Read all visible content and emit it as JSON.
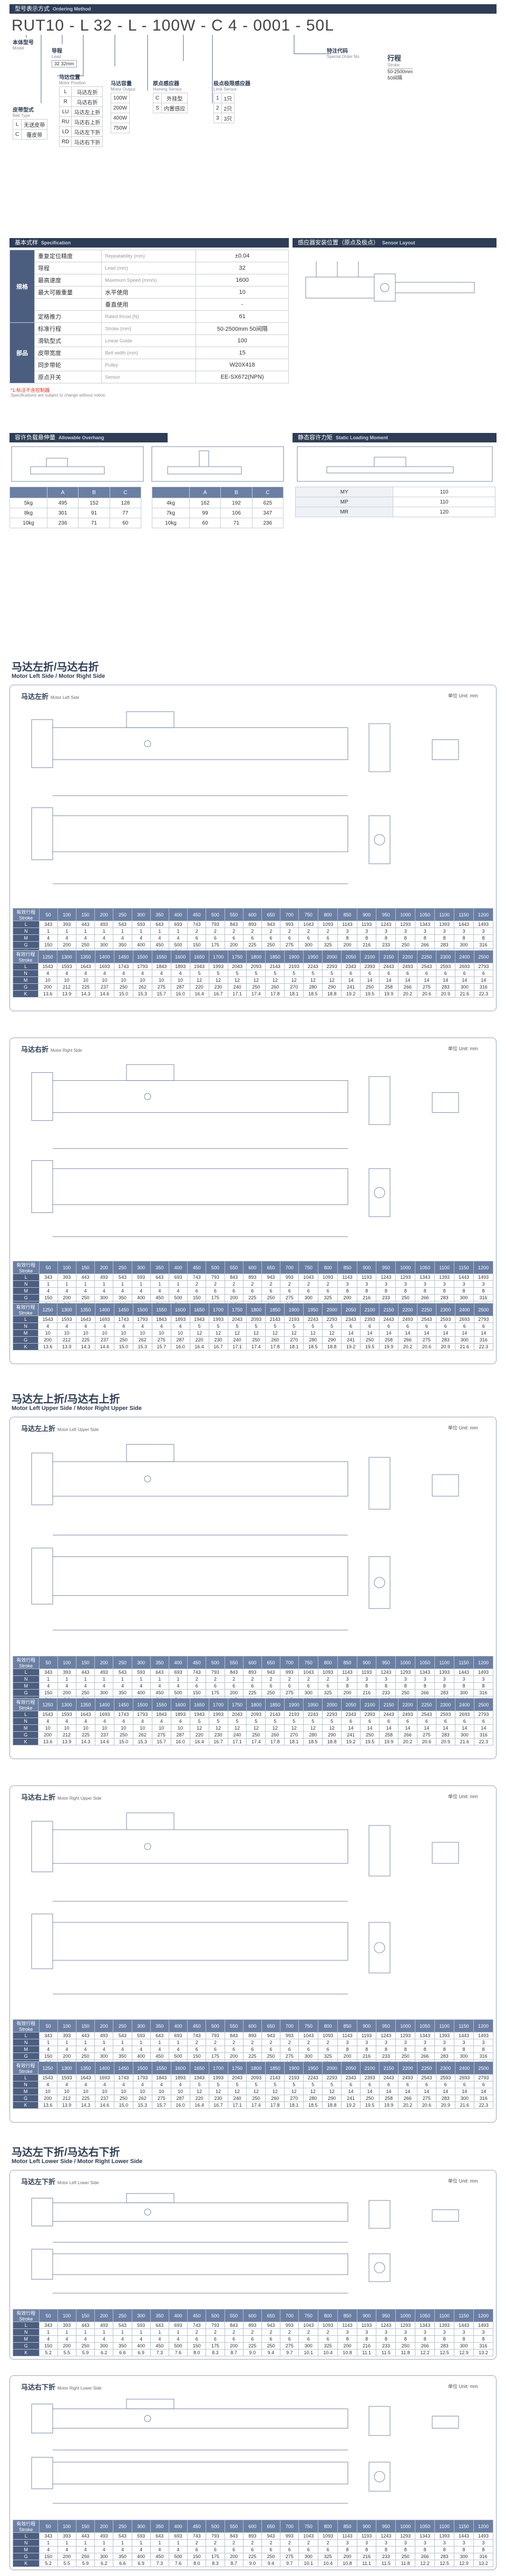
{
  "ordering": {
    "band_title": "型号表示方式",
    "band_en": "Ordering Method",
    "code_parts": [
      "RUT10",
      "-",
      "L",
      "32",
      "-",
      "L",
      "-",
      "100W",
      "-",
      "C",
      "4",
      "-",
      "0001",
      "-",
      "50L"
    ],
    "labels": {
      "model": {
        "cn": "本体型号",
        "en": "Model"
      },
      "lead": {
        "cn": "导程",
        "en": "Lead",
        "opts": [
          "32  32mm"
        ]
      },
      "motor_position": {
        "cn": "马达位置",
        "en": "Motor Position",
        "opts": [
          [
            "L",
            "马达左折"
          ],
          [
            "R",
            "马达右折"
          ],
          [
            "LU",
            "马达左上折"
          ],
          [
            "RU",
            "马达右上折"
          ],
          [
            "LD",
            "马达左下折"
          ],
          [
            "RD",
            "马达右下折"
          ]
        ]
      },
      "belt_type": {
        "cn": "皮带型式",
        "en": "Belt Type",
        "opts": [
          [
            "L",
            "无送皮带"
          ],
          [
            "C",
            "覆皮带"
          ]
        ]
      },
      "motor_output": {
        "cn": "马达容量",
        "en": "Motor Output",
        "opts": [
          "100W",
          "200W",
          "400W",
          "750W"
        ]
      },
      "sensor": {
        "cn": "原点感应器",
        "en": "Homing Sensor",
        "opts": [
          [
            "C",
            "外挂型"
          ],
          [
            "S",
            "内置感应"
          ]
        ]
      },
      "limit_sensor": {
        "cn": "极点极限感应器",
        "en": "Limit Sensor",
        "opts": [
          [
            "1",
            "1只"
          ],
          [
            "2",
            "2只"
          ],
          [
            "3",
            "3只"
          ]
        ]
      },
      "special": {
        "cn": "特注代码",
        "en": "Special Order No."
      },
      "stroke": {
        "cn": "行程",
        "en": "Stroke",
        "opts": [
          "50-2500mm",
          "50间隔"
        ]
      }
    }
  },
  "spec": {
    "band_title": "基本式样",
    "band_en": "Specification",
    "side_spec": "规格",
    "side_parts": "部品",
    "rows": [
      [
        "重复定位精度",
        "Repeatability (mm)",
        "±0.04"
      ],
      [
        "导程",
        "Lead (mm)",
        "32"
      ],
      [
        "最高速度",
        "Maximum Speed (mm/s)",
        "1600"
      ],
      [
        "最大可搬重量",
        "水平使用",
        "10"
      ],
      [
        "",
        "垂直使用",
        "-"
      ],
      [
        "定格推力",
        "Rated thrust (N)",
        "61"
      ],
      [
        "标准行程",
        "Stroke (mm)",
        "50-2500mm 50间隔"
      ],
      [
        "滑轨型式",
        "Linear Guide",
        "100"
      ],
      [
        "皮带宽度",
        "Belt width (mm)",
        "15"
      ],
      [
        "同步带轮",
        "Pulley",
        "W20X418"
      ],
      [
        "原点开关",
        "Sensor",
        "EE-SX672(NPN)"
      ]
    ],
    "note": "*1.标注不含控制器",
    "note2": "Specifications are subject to change without notice."
  },
  "sensor_layout": {
    "band_title": "感应器安装位置（原点及极点）",
    "band_en": "Sensor Layout"
  },
  "overhang": {
    "band_title": "容许负载悬伸量",
    "band_en": "Allowable Overhang",
    "t1_header": [
      "",
      "A",
      "B",
      "C"
    ],
    "t1_rows": [
      [
        "5kg",
        "495",
        "152",
        "128"
      ],
      [
        "8kg",
        "301",
        "91",
        "77"
      ],
      [
        "10kg",
        "236",
        "71",
        "60"
      ]
    ],
    "t2_header": [
      "",
      "A",
      "B",
      "C"
    ],
    "t2_rows": [
      [
        "4kg",
        "162",
        "192",
        "625"
      ],
      [
        "7kg",
        "99",
        "106",
        "347"
      ],
      [
        "10kg",
        "60",
        "71",
        "236"
      ]
    ]
  },
  "static_moment": {
    "band_title": "静态容许力矩",
    "band_en": "Static Loading Moment",
    "rows": [
      [
        "MY",
        "110"
      ],
      [
        "MP",
        "110"
      ],
      [
        "MR",
        "120"
      ]
    ]
  },
  "sections": [
    {
      "title": "马达左折/马达右折",
      "en": "Motor Left Side / Motor Right Side"
    },
    {
      "title": "马达左上折/马达右上折",
      "en": "Motor Left Upper Side / Motor Right Upper Side"
    },
    {
      "title": "马达左下折/马达右下折",
      "en": "Motor Left Lower Side / Motor Right Lower Side"
    }
  ],
  "panels": [
    {
      "cn": "马达左折",
      "en": "Motor Left Side",
      "unit": "单位 Unit: mm"
    },
    {
      "cn": "马达右折",
      "en": "Motor Right Side",
      "unit": "单位 Unit: mm"
    },
    {
      "cn": "马达左上折",
      "en": "Motor Left Upper Side",
      "unit": "单位 Unit: mm"
    },
    {
      "cn": "马达右上折",
      "en": "Motor Right Upper Side",
      "unit": "单位 Unit: mm"
    },
    {
      "cn": "马达左下折",
      "en": "Motor Left Lower Side",
      "unit": "单位 Unit: mm"
    },
    {
      "cn": "马达右下折",
      "en": "Motor Right Lower Side",
      "unit": "单位 Unit: mm"
    }
  ],
  "dim_table": {
    "head1": [
      "有效行程 Stroke",
      "50",
      "100",
      "150",
      "200",
      "250",
      "300",
      "350",
      "400",
      "450",
      "500",
      "550",
      "600",
      "650",
      "700",
      "750",
      "800",
      "850",
      "900",
      "950",
      "1000",
      "1050",
      "1100",
      "1150",
      "1200"
    ],
    "rows1": [
      [
        "L",
        "343",
        "393",
        "443",
        "493",
        "543",
        "593",
        "643",
        "693",
        "743",
        "793",
        "843",
        "893",
        "943",
        "993",
        "1043",
        "1093",
        "1143",
        "1193",
        "1243",
        "1293",
        "1343",
        "1393",
        "1443",
        "1493"
      ],
      [
        "N",
        "1",
        "1",
        "1",
        "1",
        "1",
        "1",
        "1",
        "1",
        "2",
        "2",
        "2",
        "2",
        "2",
        "2",
        "2",
        "2",
        "3",
        "3",
        "3",
        "3",
        "3",
        "3",
        "3",
        "3"
      ],
      [
        "M",
        "4",
        "4",
        "4",
        "4",
        "4",
        "4",
        "4",
        "4",
        "6",
        "6",
        "6",
        "6",
        "6",
        "6",
        "6",
        "6",
        "8",
        "8",
        "8",
        "8",
        "8",
        "8",
        "8",
        "8"
      ],
      [
        "G",
        "150",
        "200",
        "250",
        "300",
        "350",
        "400",
        "450",
        "500",
        "150",
        "175",
        "200",
        "225",
        "250",
        "275",
        "300",
        "325",
        "200",
        "216",
        "233",
        "250",
        "266",
        "283",
        "300",
        "316"
      ],
      [
        "K",
        "5.2",
        "5.5",
        "5.9",
        "6.2",
        "6.6",
        "6.9",
        "7.3",
        "7.6",
        "8.0",
        "8.3",
        "8.7",
        "9.0",
        "9.4",
        "9.7",
        "10.1",
        "10.4",
        "10.8",
        "11.1",
        "11.5",
        "11.8",
        "12.2",
        "12.5",
        "12.9",
        "13.2"
      ]
    ],
    "head2": [
      "有效行程 Stroke",
      "1250",
      "1300",
      "1350",
      "1400",
      "1450",
      "1500",
      "1550",
      "1600",
      "1650",
      "1700",
      "1750",
      "1800",
      "1850",
      "1900",
      "1950",
      "2000",
      "2050",
      "2100",
      "2150",
      "2200",
      "2250",
      "2300",
      "2400",
      "2500"
    ],
    "rows2": [
      [
        "L",
        "1543",
        "1593",
        "1643",
        "1693",
        "1743",
        "1793",
        "1843",
        "1893",
        "1943",
        "1993",
        "2043",
        "2093",
        "2143",
        "2193",
        "2243",
        "2293",
        "2343",
        "2393",
        "2443",
        "2493",
        "2543",
        "2593",
        "2693",
        "2793"
      ],
      [
        "N",
        "4",
        "4",
        "4",
        "4",
        "4",
        "4",
        "4",
        "4",
        "5",
        "5",
        "5",
        "5",
        "5",
        "5",
        "5",
        "5",
        "6",
        "6",
        "6",
        "6",
        "6",
        "6",
        "6",
        "6"
      ],
      [
        "M",
        "10",
        "10",
        "10",
        "10",
        "10",
        "10",
        "10",
        "10",
        "12",
        "12",
        "12",
        "12",
        "12",
        "12",
        "12",
        "12",
        "14",
        "14",
        "14",
        "14",
        "14",
        "14",
        "14",
        "14"
      ],
      [
        "G",
        "200",
        "212",
        "225",
        "237",
        "250",
        "262",
        "275",
        "287",
        "220",
        "230",
        "240",
        "250",
        "260",
        "270",
        "280",
        "290",
        "241",
        "250",
        "258",
        "266",
        "275",
        "283",
        "300",
        "316"
      ],
      [
        "K",
        "13.6",
        "13.9",
        "14.3",
        "14.6",
        "15.0",
        "15.3",
        "15.7",
        "16.0",
        "16.4",
        "16.7",
        "17.1",
        "17.4",
        "17.8",
        "18.1",
        "18.5",
        "18.8",
        "19.2",
        "19.5",
        "19.9",
        "20.2",
        "20.6",
        "20.9",
        "21.6",
        "22.3"
      ]
    ]
  },
  "colors": {
    "navy": "#2e3d55",
    "accent": "#6b7fa3",
    "drawing": "#7a8aa8"
  }
}
